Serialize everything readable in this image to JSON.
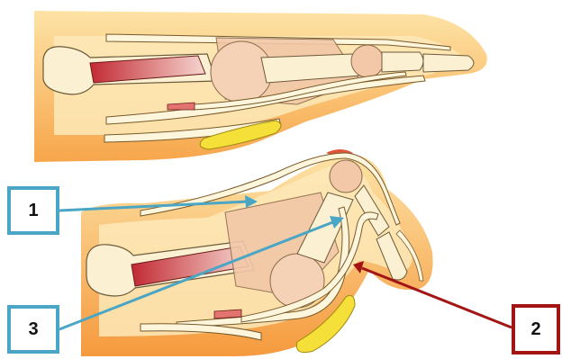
{
  "callouts": {
    "one": {
      "label": "1",
      "color": "#4aa6c4"
    },
    "two": {
      "label": "2",
      "color": "#a31515"
    },
    "three": {
      "label": "3",
      "color": "#4aa6c4"
    }
  },
  "palette": {
    "skin_outer": "#f6a34a",
    "skin_inner": "#fcd58e",
    "bone": "#fbf0d2",
    "joint_capsule": "#f3c8a8",
    "muscle": "#c9303a",
    "fat_pad": "#f5e03a",
    "tendon": "#fdf6dc"
  }
}
